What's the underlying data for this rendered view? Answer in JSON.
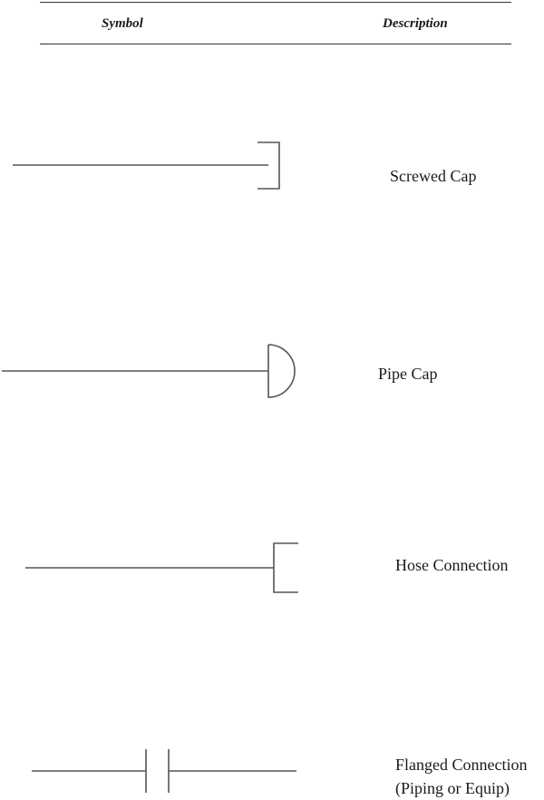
{
  "header": {
    "symbol_label": "Symbol",
    "description_label": "Description"
  },
  "rows": [
    {
      "symbol_icon": "screwed-cap-icon",
      "description": "Screwed Cap"
    },
    {
      "symbol_icon": "pipe-cap-icon",
      "description": "Pipe Cap"
    },
    {
      "symbol_icon": "hose-connection-icon",
      "description": "Hose Connection"
    },
    {
      "symbol_icon": "flanged-connection-icon",
      "description": [
        "Flanged Connection",
        "(Piping or Equip)"
      ]
    }
  ]
}
